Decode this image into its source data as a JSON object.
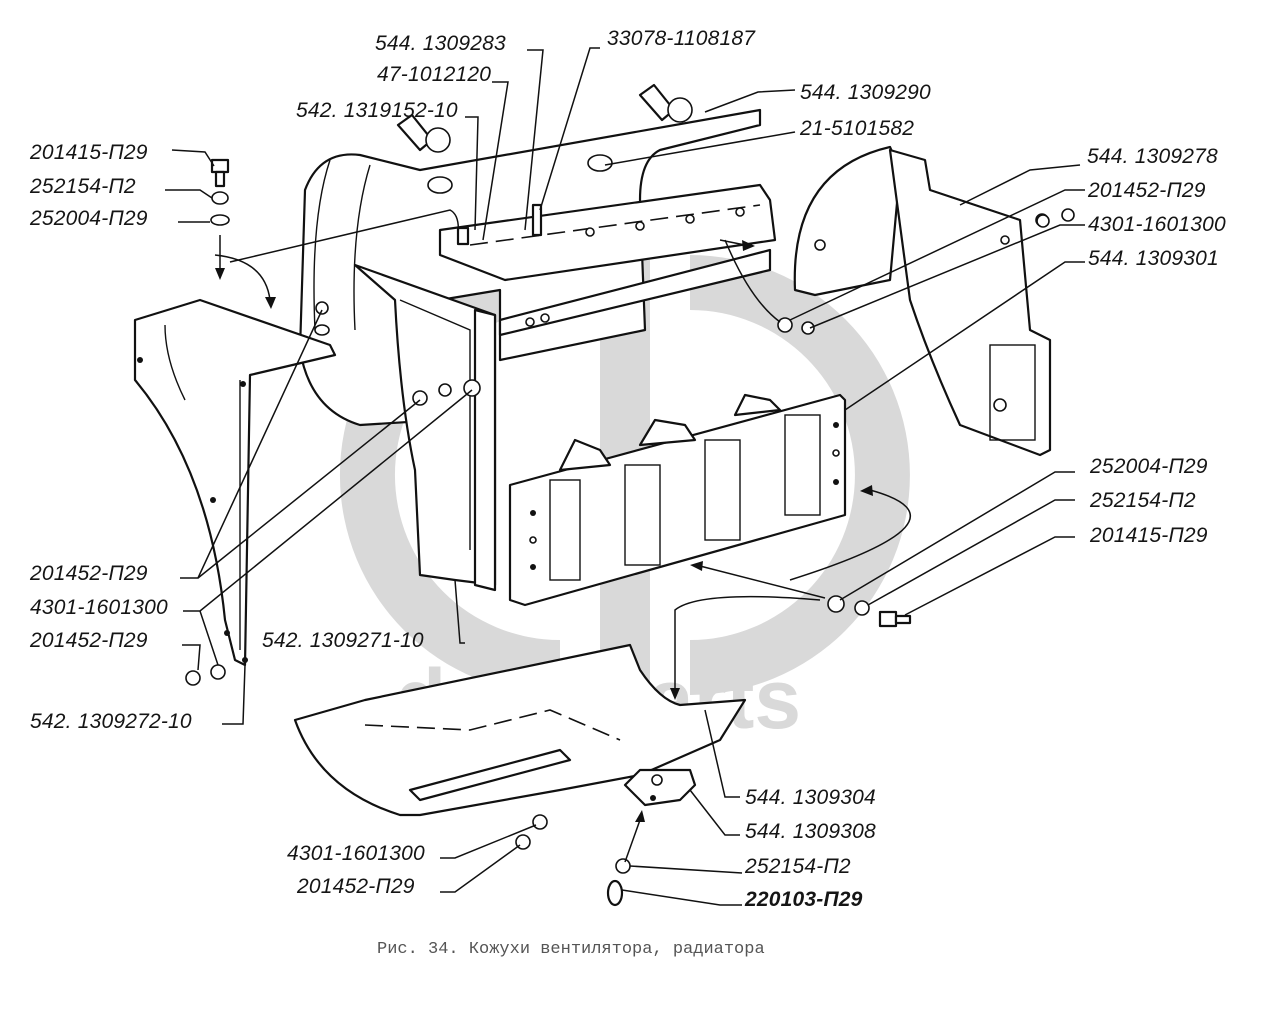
{
  "figure": {
    "caption": "Рис. 34. Кожухи вентилятора, радиатора",
    "watermark": "data-parts"
  },
  "labels": {
    "p544_1309283": "544. 1309283",
    "p33078_1108187": "33078-1108187",
    "p47_1012120": "47-1012120",
    "p544_1309290": "544. 1309290",
    "p542_1319152_10": "542. 1319152-10",
    "p21_5101582": "21-5101582",
    "left_bolt_top": "201415-П29",
    "left_lockwasher_top": "252154-П2",
    "left_washer_top": "252004-П29",
    "p544_1309278": "544. 1309278",
    "right_bolt_201452": "201452-П29",
    "right_washer_4301": "4301-1601300",
    "p544_1309301": "544. 1309301",
    "right_washer_252004": "252004-П29",
    "right_lockwasher_252154": "252154-П2",
    "right_bolt_201415": "201415-П29",
    "left_bolt_201452_a": "201452-П29",
    "left_washer_4301": "4301-1601300",
    "left_bolt_201452_b": "201452-П29",
    "p542_1309271_10": "542. 1309271-10",
    "p542_1309272_10": "542. 1309272-10",
    "p544_1309304": "544. 1309304",
    "p544_1309308": "544. 1309308",
    "bottom_washer_4301": "4301-1601300",
    "bottom_lockwasher_252154": "252154-П2",
    "bottom_bolt_201452": "201452-П29",
    "bottom_screw_220103": "220103-П29"
  }
}
